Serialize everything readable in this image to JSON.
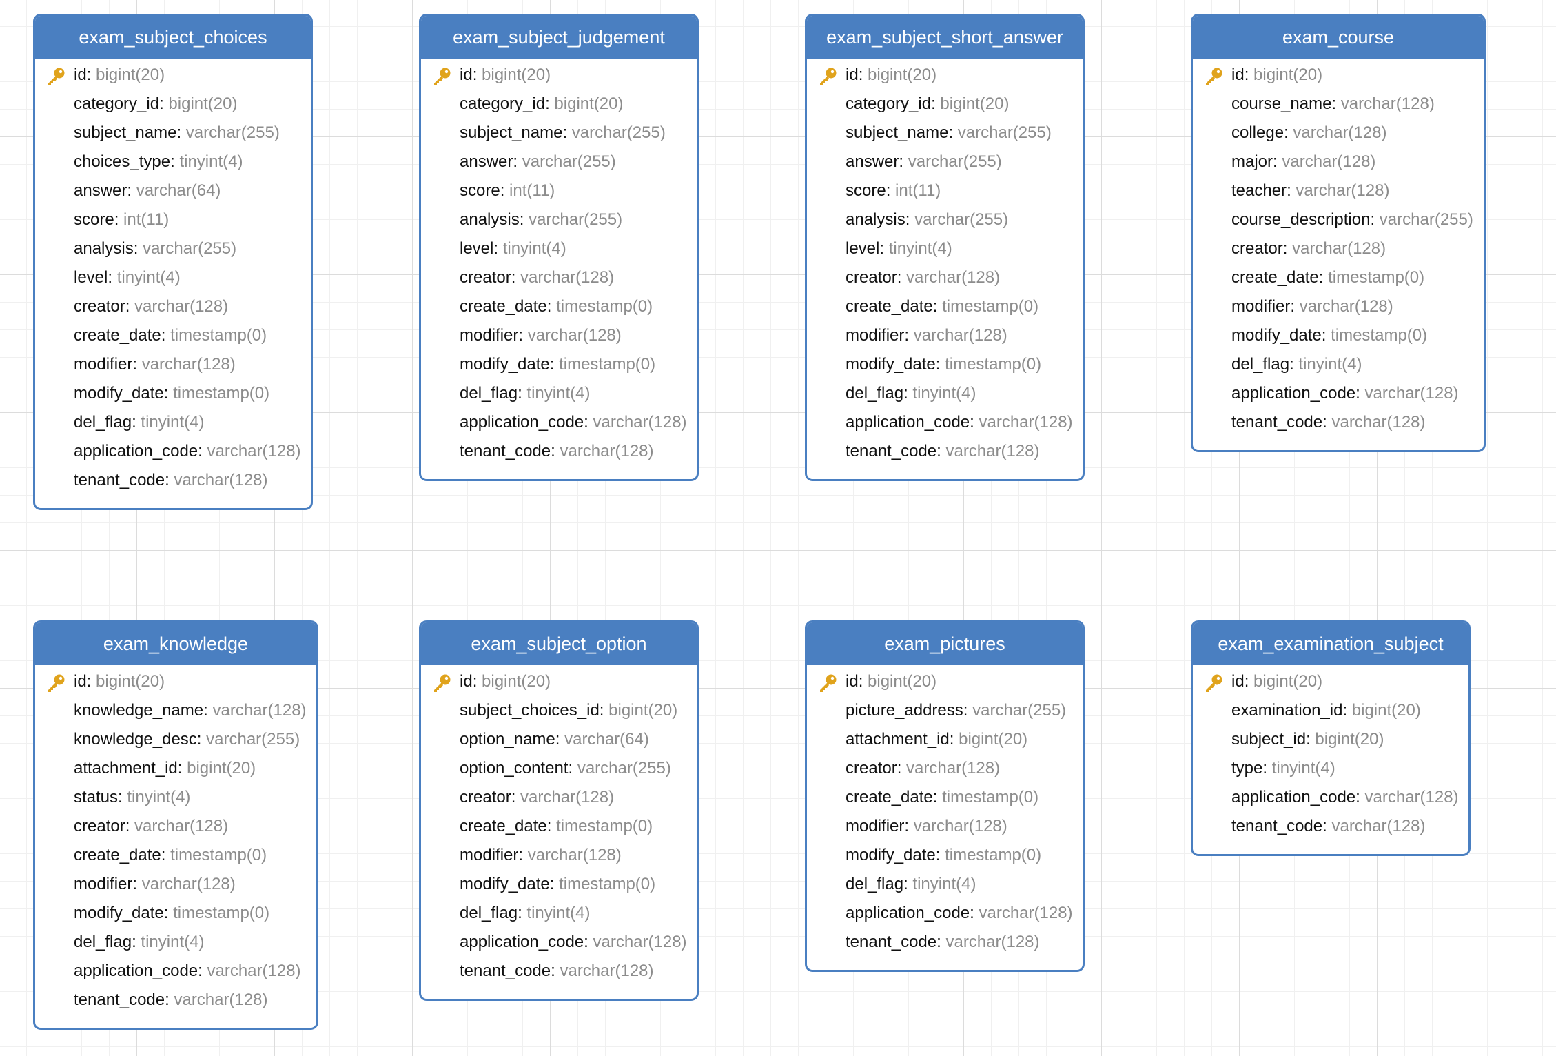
{
  "colors": {
    "header": "#4a7fc1",
    "border": "#4a7fc1",
    "key_icon": "#e0a31c",
    "field_name": "#111111",
    "field_type": "#8c8c8c"
  },
  "entities": [
    {
      "name": "exam_subject_choices",
      "fields": [
        {
          "name": "id",
          "type": "bigint(20)",
          "pk": true
        },
        {
          "name": "category_id",
          "type": "bigint(20)"
        },
        {
          "name": "subject_name",
          "type": "varchar(255)"
        },
        {
          "name": "choices_type",
          "type": "tinyint(4)"
        },
        {
          "name": "answer",
          "type": "varchar(64)"
        },
        {
          "name": "score",
          "type": "int(11)"
        },
        {
          "name": "analysis",
          "type": "varchar(255)"
        },
        {
          "name": "level",
          "type": "tinyint(4)"
        },
        {
          "name": "creator",
          "type": "varchar(128)"
        },
        {
          "name": "create_date",
          "type": "timestamp(0)"
        },
        {
          "name": "modifier",
          "type": "varchar(128)"
        },
        {
          "name": "modify_date",
          "type": "timestamp(0)"
        },
        {
          "name": "del_flag",
          "type": "tinyint(4)"
        },
        {
          "name": "application_code",
          "type": "varchar(128)"
        },
        {
          "name": "tenant_code",
          "type": "varchar(128)"
        }
      ]
    },
    {
      "name": "exam_subject_judgement",
      "fields": [
        {
          "name": "id",
          "type": "bigint(20)",
          "pk": true
        },
        {
          "name": "category_id",
          "type": "bigint(20)"
        },
        {
          "name": "subject_name",
          "type": "varchar(255)"
        },
        {
          "name": "answer",
          "type": "varchar(255)"
        },
        {
          "name": "score",
          "type": "int(11)"
        },
        {
          "name": "analysis",
          "type": "varchar(255)"
        },
        {
          "name": "level",
          "type": "tinyint(4)"
        },
        {
          "name": "creator",
          "type": "varchar(128)"
        },
        {
          "name": "create_date",
          "type": "timestamp(0)"
        },
        {
          "name": "modifier",
          "type": "varchar(128)"
        },
        {
          "name": "modify_date",
          "type": "timestamp(0)"
        },
        {
          "name": "del_flag",
          "type": "tinyint(4)"
        },
        {
          "name": "application_code",
          "type": "varchar(128)"
        },
        {
          "name": "tenant_code",
          "type": "varchar(128)"
        }
      ]
    },
    {
      "name": "exam_subject_short_answer",
      "fields": [
        {
          "name": "id",
          "type": "bigint(20)",
          "pk": true
        },
        {
          "name": "category_id",
          "type": "bigint(20)"
        },
        {
          "name": "subject_name",
          "type": "varchar(255)"
        },
        {
          "name": "answer",
          "type": "varchar(255)"
        },
        {
          "name": "score",
          "type": "int(11)"
        },
        {
          "name": "analysis",
          "type": "varchar(255)"
        },
        {
          "name": "level",
          "type": "tinyint(4)"
        },
        {
          "name": "creator",
          "type": "varchar(128)"
        },
        {
          "name": "create_date",
          "type": "timestamp(0)"
        },
        {
          "name": "modifier",
          "type": "varchar(128)"
        },
        {
          "name": "modify_date",
          "type": "timestamp(0)"
        },
        {
          "name": "del_flag",
          "type": "tinyint(4)"
        },
        {
          "name": "application_code",
          "type": "varchar(128)"
        },
        {
          "name": "tenant_code",
          "type": "varchar(128)"
        }
      ]
    },
    {
      "name": "exam_course",
      "fields": [
        {
          "name": "id",
          "type": "bigint(20)",
          "pk": true
        },
        {
          "name": "course_name",
          "type": "varchar(128)"
        },
        {
          "name": "college",
          "type": "varchar(128)"
        },
        {
          "name": "major",
          "type": "varchar(128)"
        },
        {
          "name": "teacher",
          "type": "varchar(128)"
        },
        {
          "name": "course_description",
          "type": "varchar(255)"
        },
        {
          "name": "creator",
          "type": "varchar(128)"
        },
        {
          "name": "create_date",
          "type": "timestamp(0)"
        },
        {
          "name": "modifier",
          "type": "varchar(128)"
        },
        {
          "name": "modify_date",
          "type": "timestamp(0)"
        },
        {
          "name": "del_flag",
          "type": "tinyint(4)"
        },
        {
          "name": "application_code",
          "type": "varchar(128)"
        },
        {
          "name": "tenant_code",
          "type": "varchar(128)"
        }
      ]
    },
    {
      "name": "exam_knowledge",
      "fields": [
        {
          "name": "id",
          "type": "bigint(20)",
          "pk": true
        },
        {
          "name": "knowledge_name",
          "type": "varchar(128)"
        },
        {
          "name": "knowledge_desc",
          "type": "varchar(255)"
        },
        {
          "name": "attachment_id",
          "type": "bigint(20)"
        },
        {
          "name": "status",
          "type": "tinyint(4)"
        },
        {
          "name": "creator",
          "type": "varchar(128)"
        },
        {
          "name": "create_date",
          "type": "timestamp(0)"
        },
        {
          "name": "modifier",
          "type": "varchar(128)"
        },
        {
          "name": "modify_date",
          "type": "timestamp(0)"
        },
        {
          "name": "del_flag",
          "type": "tinyint(4)"
        },
        {
          "name": "application_code",
          "type": "varchar(128)"
        },
        {
          "name": "tenant_code",
          "type": "varchar(128)"
        }
      ]
    },
    {
      "name": "exam_subject_option",
      "fields": [
        {
          "name": "id",
          "type": "bigint(20)",
          "pk": true
        },
        {
          "name": "subject_choices_id",
          "type": "bigint(20)"
        },
        {
          "name": "option_name",
          "type": "varchar(64)"
        },
        {
          "name": "option_content",
          "type": "varchar(255)"
        },
        {
          "name": "creator",
          "type": "varchar(128)"
        },
        {
          "name": "create_date",
          "type": "timestamp(0)"
        },
        {
          "name": "modifier",
          "type": "varchar(128)"
        },
        {
          "name": "modify_date",
          "type": "timestamp(0)"
        },
        {
          "name": "del_flag",
          "type": "tinyint(4)"
        },
        {
          "name": "application_code",
          "type": "varchar(128)"
        },
        {
          "name": "tenant_code",
          "type": "varchar(128)"
        }
      ]
    },
    {
      "name": "exam_pictures",
      "fields": [
        {
          "name": "id",
          "type": "bigint(20)",
          "pk": true
        },
        {
          "name": "picture_address",
          "type": "varchar(255)"
        },
        {
          "name": "attachment_id",
          "type": "bigint(20)"
        },
        {
          "name": "creator",
          "type": "varchar(128)"
        },
        {
          "name": "create_date",
          "type": "timestamp(0)"
        },
        {
          "name": "modifier",
          "type": "varchar(128)"
        },
        {
          "name": "modify_date",
          "type": "timestamp(0)"
        },
        {
          "name": "del_flag",
          "type": "tinyint(4)"
        },
        {
          "name": "application_code",
          "type": "varchar(128)"
        },
        {
          "name": "tenant_code",
          "type": "varchar(128)"
        }
      ]
    },
    {
      "name": "exam_examination_subject",
      "fields": [
        {
          "name": "id",
          "type": "bigint(20)",
          "pk": true
        },
        {
          "name": "examination_id",
          "type": "bigint(20)"
        },
        {
          "name": "subject_id",
          "type": "bigint(20)"
        },
        {
          "name": "type",
          "type": "tinyint(4)"
        },
        {
          "name": "application_code",
          "type": "varchar(128)"
        },
        {
          "name": "tenant_code",
          "type": "varchar(128)"
        }
      ]
    }
  ]
}
